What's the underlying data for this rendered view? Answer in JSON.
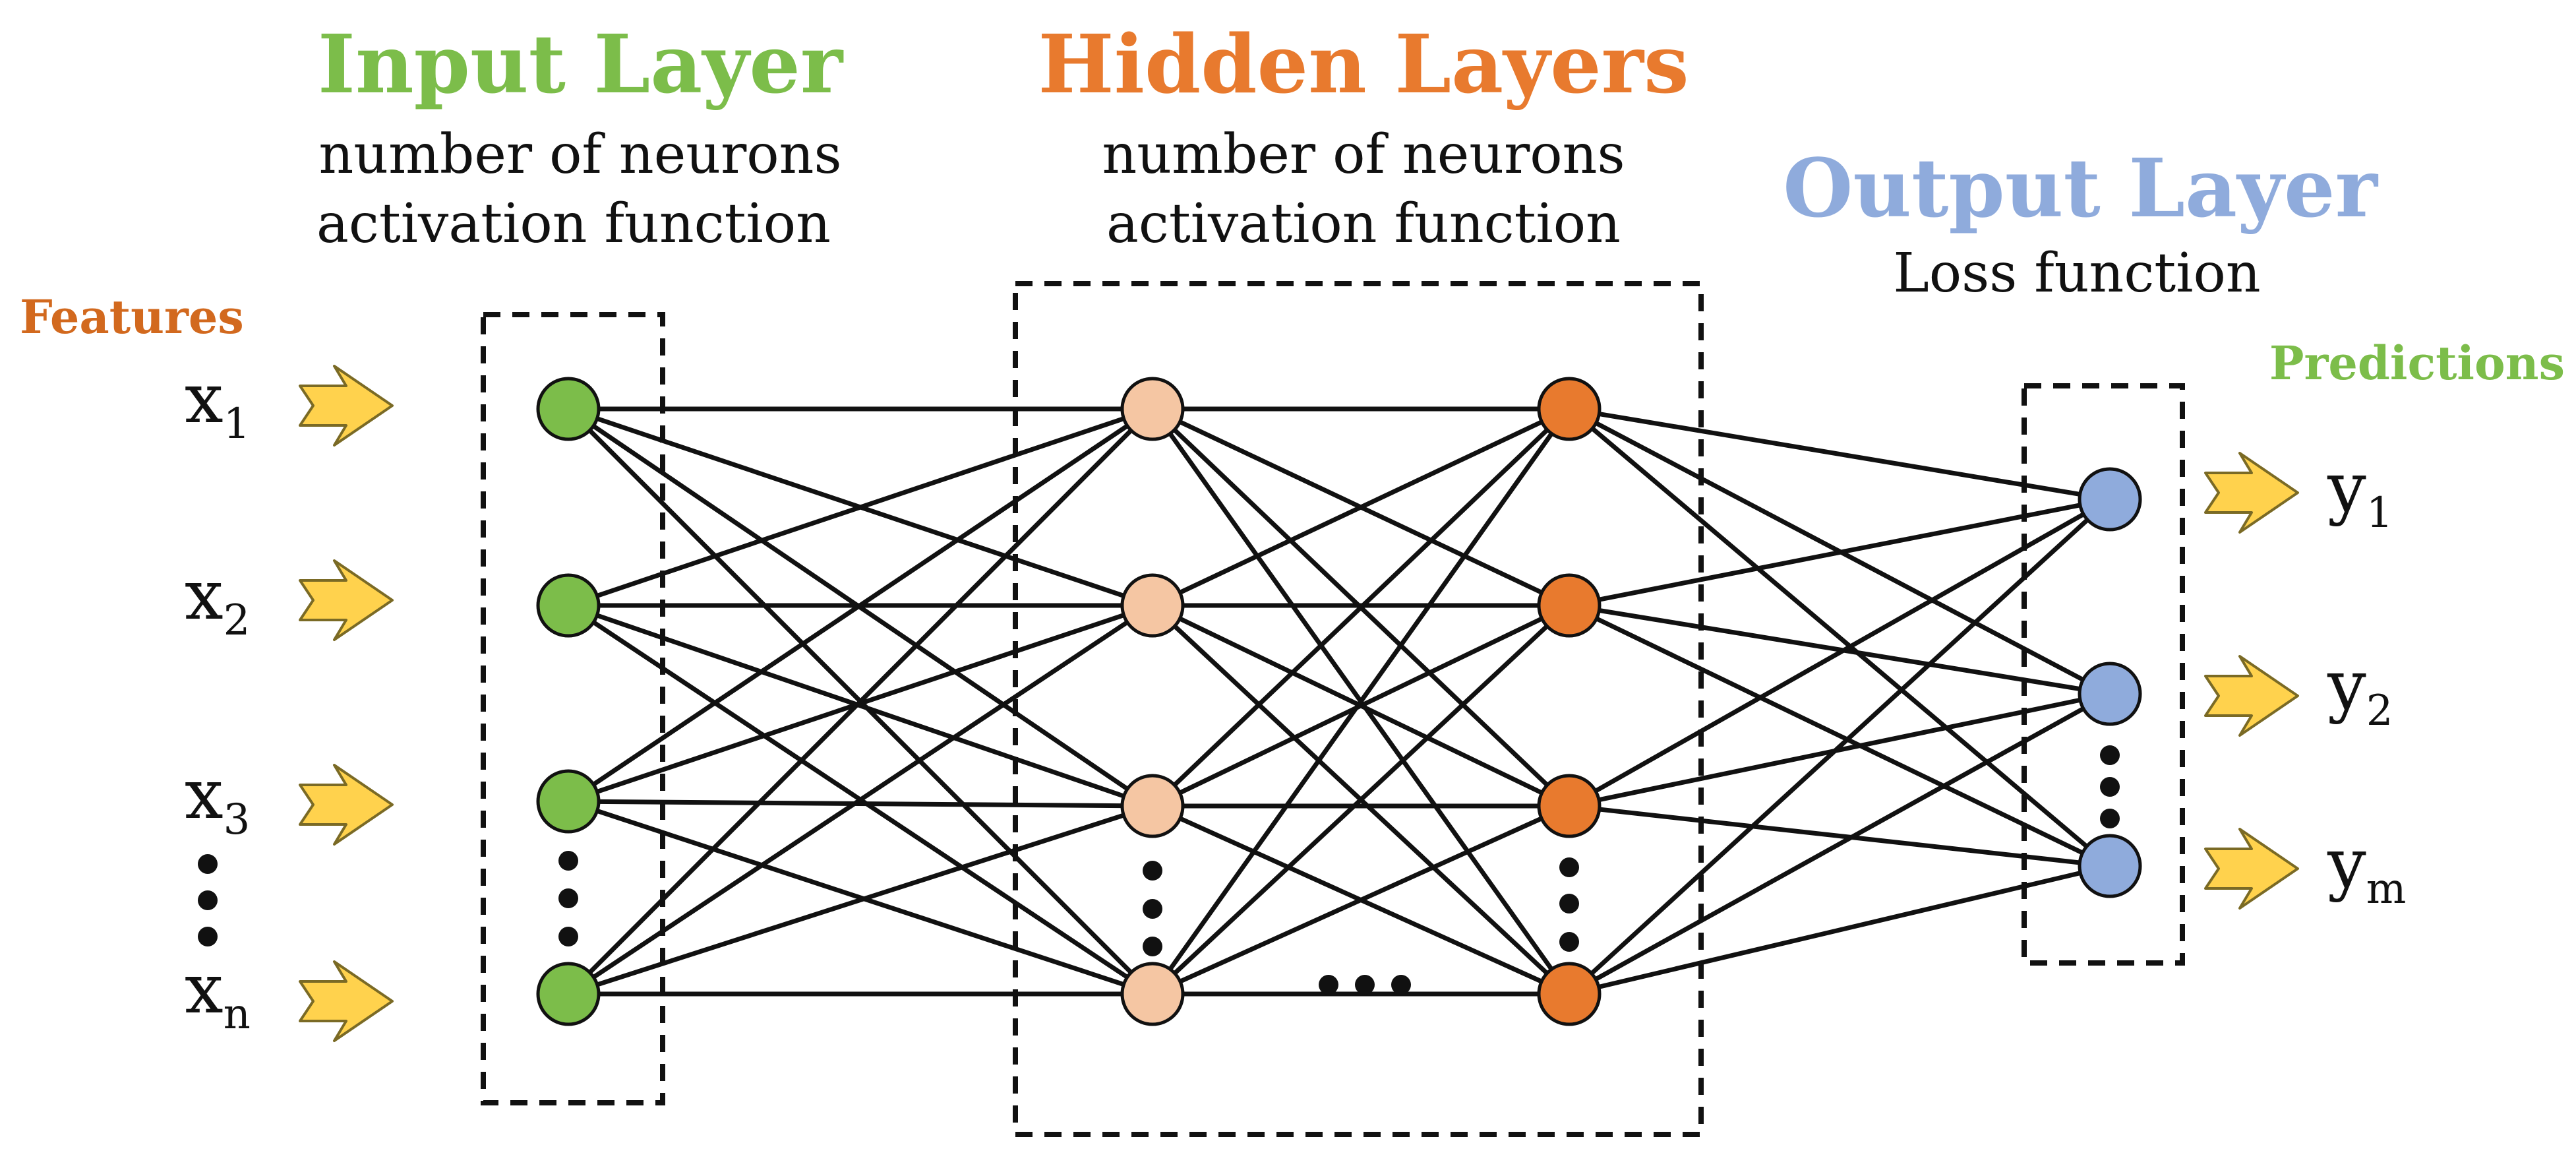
{
  "colors": {
    "input": "#7cbd4a",
    "hidden_light": "#f5c6a3",
    "hidden_dark": "#e87a2e",
    "output": "#8fabdc",
    "features_label": "#d2691e",
    "predictions_label": "#7cbd4a",
    "arrow_fill": "#ffd24d",
    "arrow_stroke": "#7a6a25"
  },
  "input_layer": {
    "title": "Input Layer",
    "line1": "number of neurons",
    "line2": "activation function"
  },
  "hidden_layers": {
    "title": "Hidden Layers",
    "line1": "number of neurons",
    "line2": "activation function"
  },
  "output_layer": {
    "title": "Output Layer",
    "line1": "Loss function"
  },
  "features_label": "Features",
  "predictions_label": "Predictions",
  "inputs": [
    {
      "base": "x",
      "sub": "1"
    },
    {
      "base": "x",
      "sub": "2"
    },
    {
      "base": "x",
      "sub": "3"
    },
    {
      "base": "x",
      "sub": "n"
    }
  ],
  "outputs": [
    {
      "base": "y",
      "sub": "1"
    },
    {
      "base": "y",
      "sub": "2"
    },
    {
      "base": "y",
      "sub": "m"
    }
  ]
}
